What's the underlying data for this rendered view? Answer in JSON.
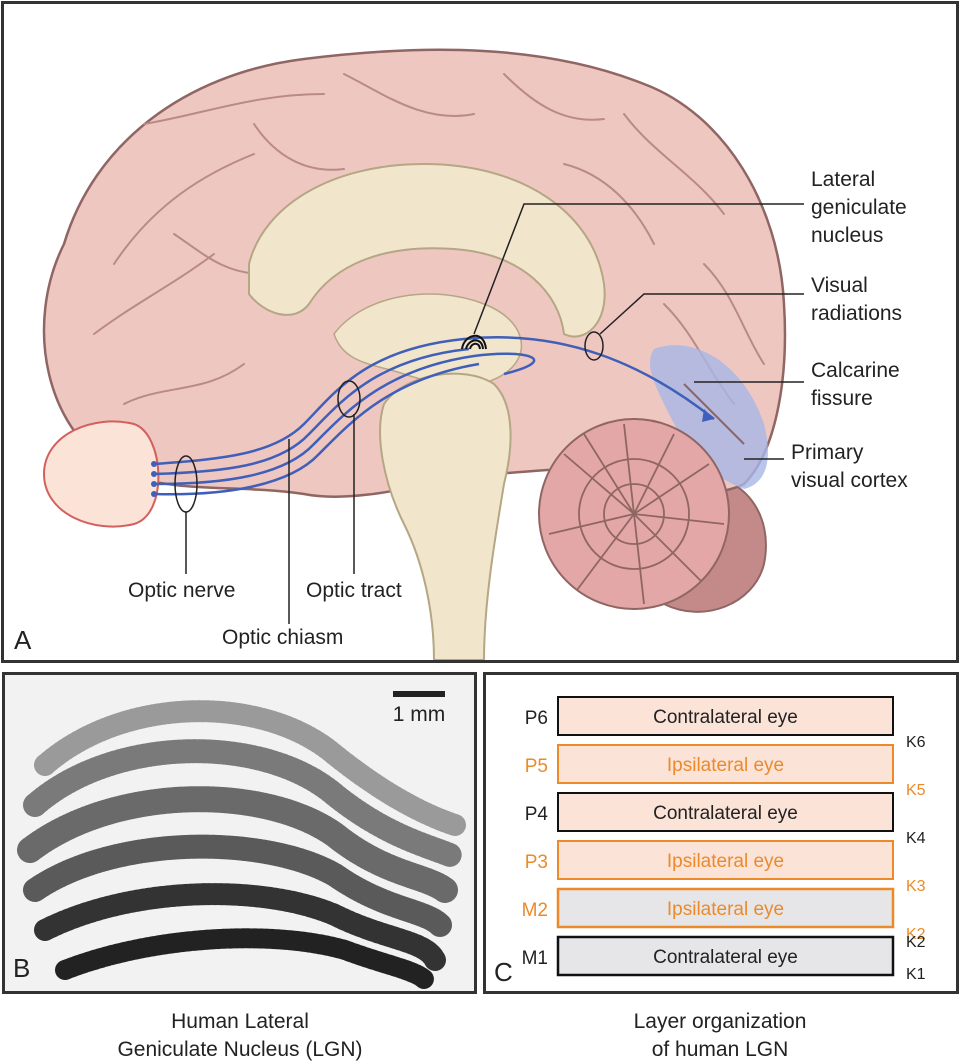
{
  "panel_a": {
    "letter": "A",
    "labels": {
      "lgn": [
        "Lateral",
        "geniculate",
        "nucleus"
      ],
      "visual_radiations": [
        "Visual",
        "radiations"
      ],
      "calcarine": [
        "Calcarine",
        "fissure"
      ],
      "primary_cortex": [
        "Primary",
        "visual cortex"
      ],
      "optic_nerve": "Optic nerve",
      "optic_tract": "Optic tract",
      "optic_chiasm": "Optic chiasm"
    }
  },
  "panel_b": {
    "letter": "B",
    "scale_label": "1 mm",
    "caption": [
      "Human Lateral",
      "Geniculate Nucleus (LGN)"
    ]
  },
  "panel_c": {
    "letter": "C",
    "caption": [
      "Layer organization",
      "of human LGN"
    ],
    "layers": [
      {
        "id": "P6",
        "label": "Contralateral eye",
        "kind": "contra",
        "k_label": "K6"
      },
      {
        "id": "P5",
        "label": "Ipsilateral eye",
        "kind": "ipsi",
        "k_label": "K5"
      },
      {
        "id": "P4",
        "label": "Contralateral eye",
        "kind": "contra",
        "k_label": "K4"
      },
      {
        "id": "P3",
        "label": "Ipsilateral eye",
        "kind": "ipsi",
        "k_label": "K3"
      },
      {
        "id": "M2",
        "label": "Ipsilateral eye",
        "kind": "ipsi",
        "k_label": "K2"
      },
      {
        "id": "M1",
        "label": "Contralateral eye",
        "kind": "contra",
        "k_label": "K2"
      }
    ],
    "bottom_k_label": "K1",
    "colors": {
      "contra_text": "#222222",
      "ipsi_text": "#ec8a2a",
      "parvo_fill": "#fbe3d8",
      "magno_fill": "#e6e6e9"
    }
  },
  "colors": {
    "brain_fill": "#efc7c1",
    "brain_stroke": "#8f6663",
    "pathway": "#3f5fb8",
    "cortex_highlight": "#a8b6e6",
    "midline_fill": "#f1e6cc"
  }
}
